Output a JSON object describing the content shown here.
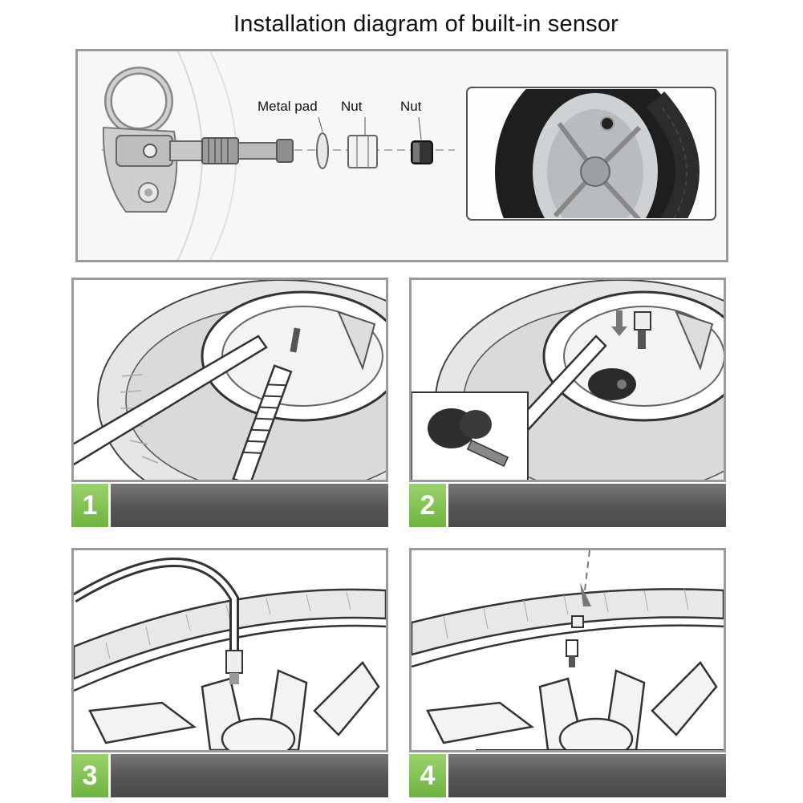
{
  "title": "Installation diagram of built-in sensor",
  "parts": {
    "metal_pad": "Metal pad",
    "nut_1": "Nut",
    "nut_2": "Nut"
  },
  "steps": [
    {
      "number": "1"
    },
    {
      "number": "2"
    },
    {
      "number": "3"
    },
    {
      "number": "4"
    }
  ],
  "colors": {
    "step_green": "#7cc04a",
    "step_bar": "#555555",
    "panel_border": "#9a9a9a"
  }
}
